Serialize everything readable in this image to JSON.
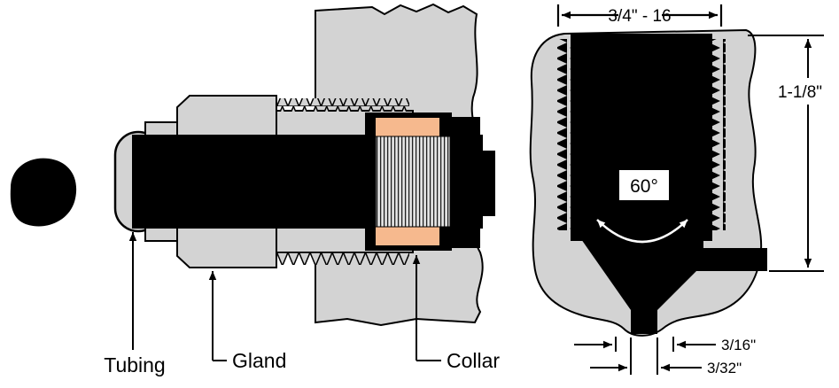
{
  "diagram": {
    "type": "tube-fitting-cross-section",
    "left_view": {
      "labels": {
        "tubing": "Tubing",
        "gland": "Gland",
        "collar": "Collar"
      }
    },
    "right_view": {
      "dimensions": {
        "thread_spec": "3/4\" - 16",
        "depth": "1-1/8\"",
        "cone_angle": "60°",
        "counterbore": "3/16\"",
        "through_hole": "3/32\""
      }
    },
    "colors": {
      "body_gray": "#d3d3d3",
      "collar_orange": "#f6b98e",
      "hatch_bg": "#e9e9e9",
      "ink": "#000000"
    }
  }
}
